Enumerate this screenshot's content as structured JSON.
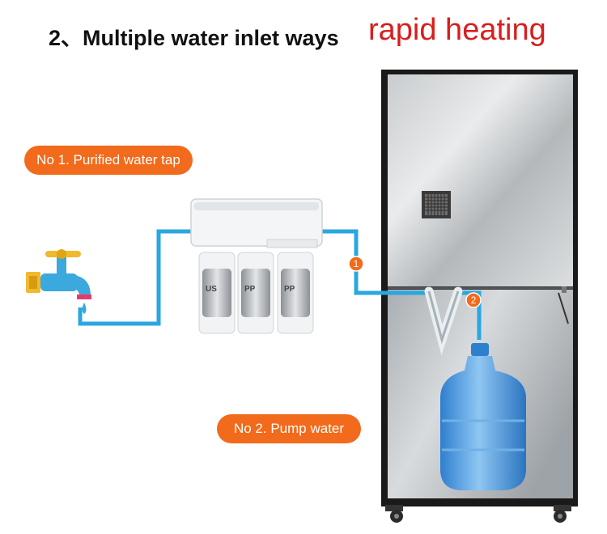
{
  "header": {
    "title": "2、Multiple water inlet ways",
    "accent": "rapid heating"
  },
  "labels": {
    "purified_tap": "No 1. Purified water tap",
    "pump_water": "No 2. Pump water"
  },
  "markers": {
    "inlet_1": "1",
    "inlet_2": "2"
  },
  "filters": [
    {
      "code": "US"
    },
    {
      "code": "PP"
    },
    {
      "code": "PP"
    }
  ],
  "colors": {
    "pipe": "#2aa7e1",
    "pill": "#f26a1b",
    "accent": "#d81e1e"
  }
}
